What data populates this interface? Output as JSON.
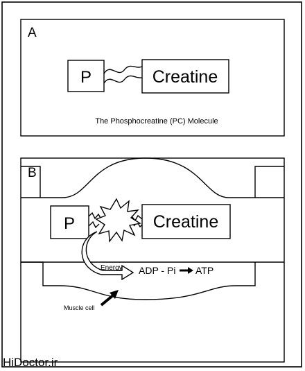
{
  "panel_a": {
    "label": "A",
    "phosphate_label": "P",
    "creatine_label": "Creatine",
    "caption": "The Phosphocreatine (PC) Molecule"
  },
  "panel_b": {
    "label": "B",
    "phosphate_label": "P",
    "creatine_label": "Creatine",
    "energy_label": "Energy",
    "reaction_reactant": "ADP - Pi",
    "reaction_product": "ATP",
    "muscle_cell_label": "Muscle cell"
  },
  "watermark": "HiDoctor.ir"
}
